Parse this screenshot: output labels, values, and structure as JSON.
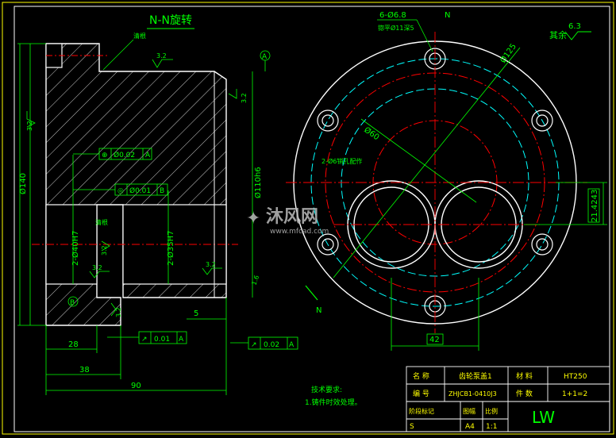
{
  "colors": {
    "background": "#000000",
    "outline": "#ffffff",
    "dimension": "#00ff00",
    "centerline": "#ff0000",
    "pitch_circle": "#00ffff",
    "border": "#ffff00"
  },
  "section": {
    "title": "N-N旋转",
    "hatch_note_top": "清根",
    "hatch_note_mid": "清根",
    "dims": {
      "dia140": "Ø140",
      "dia110": "Ø110h6",
      "bore40": "2-Ø40H7",
      "bore35": "2-Ø35H7",
      "len28": "28",
      "len38": "38",
      "len90": "90",
      "len5": "5"
    },
    "roughness": [
      "3.2",
      "3.2",
      "3.2",
      "3.2",
      "3.2",
      "3.2",
      "3.2",
      "1.6"
    ],
    "datum_a": "A",
    "datum_b": "B",
    "tol_pos": {
      "symbol": "⊕",
      "value": "Ø0.02",
      "datum": "A"
    },
    "tol_coax": {
      "symbol": "◎",
      "value": "Ø0.01",
      "datum": "B"
    },
    "tol_runout1": {
      "symbol": "↗",
      "value": "0.01",
      "datum": "A"
    },
    "tol_runout2": {
      "symbol": "↗",
      "value": "0.02",
      "datum": "A"
    }
  },
  "plan": {
    "holes_note": "6-Ø6.8",
    "thread_note": "锪平Ø11深5",
    "pitch_dia": "Ø125",
    "inner_dia": "Ø60",
    "pin_note": "2-Ø6销孔配作",
    "dim_42": "42",
    "dim_side": "21.4243",
    "view_label": "N",
    "roughness_other": "6.3",
    "other_label": "其余"
  },
  "tech": {
    "heading": "技术要求:",
    "item1": "1.铸件时效处理。"
  },
  "title_block": {
    "name_label": "名 称",
    "name_value": "齿轮泵盖1",
    "material_label": "材 料",
    "material_value": "HT250",
    "code_label": "编 号",
    "code_value": "ZHJCB1-0410J3",
    "qty_label": "件 数",
    "qty_value": "1+1=2",
    "stage_label": "阶段标记",
    "sheet_label": "图幅",
    "scale_label": "比例",
    "stage_value": "S",
    "sheet_value": "A4",
    "scale_value": "1:1",
    "designer": "LW"
  },
  "watermark": {
    "brand": "沐风网",
    "url": "www.mfcad.com"
  }
}
